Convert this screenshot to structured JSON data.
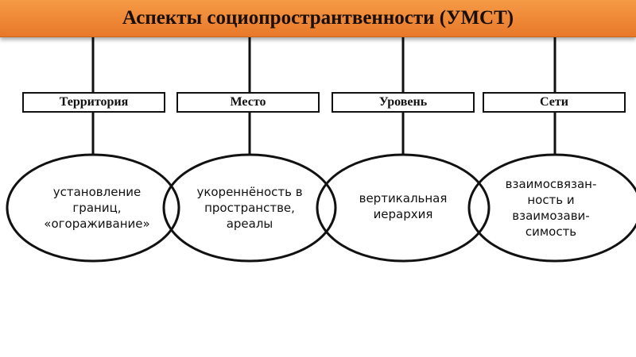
{
  "title": "Аспекты социопространтвенности (УМСТ)",
  "aspects": [
    {
      "label": "Территория",
      "text_lines": [
        "установление",
        "границ,",
        "«огораживание»"
      ]
    },
    {
      "label": "Место",
      "text_lines": [
        "укореннёность в",
        "пространстве,",
        "ареалы"
      ]
    },
    {
      "label": "Уровень",
      "text_lines": [
        "вертикальная",
        "иерархия"
      ]
    },
    {
      "label": "Сети",
      "text_lines": [
        "взаимосвязан-",
        "ность и",
        "взаимозави-",
        "симость"
      ]
    }
  ],
  "colors": {
    "title_bar": "#ee8530",
    "stroke": "#111111"
  }
}
